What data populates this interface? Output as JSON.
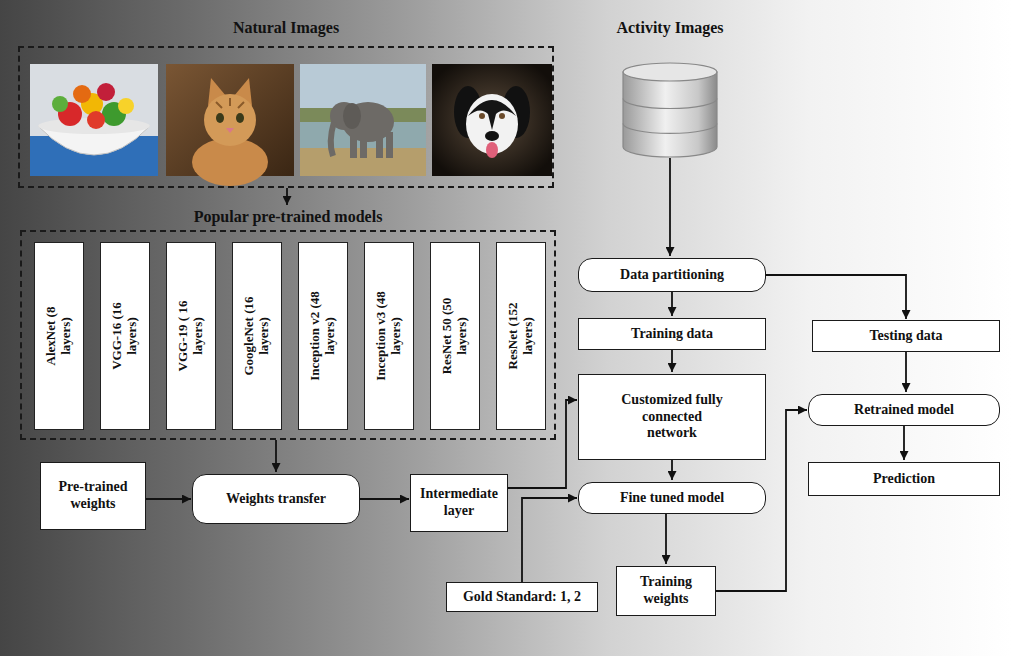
{
  "diagram": {
    "nodes": [
      {
        "text": [
          "Natural Images"
        ]
      },
      {
        "text": [
          "Activity Images"
        ]
      },
      {
        "text": [
          "Popular pre-trained models"
        ]
      },
      {
        "text": [
          "AlexNet (8 layers)"
        ],
        "in": 2
      },
      {
        "text": [
          "VGG-16 (16 layers)"
        ],
        "in": 2
      },
      {
        "text": [
          "VGG-19 ( 16 layers)"
        ],
        "in": 2
      },
      {
        "text": [
          "GoogleNet (16 layers)"
        ],
        "in": 2
      },
      {
        "text": [
          "Inception v2 (48 layers)"
        ],
        "in": 2
      },
      {
        "text": [
          "Inception v3 (48 layers)"
        ],
        "in": 2
      },
      {
        "text": [
          "ResNet 50 (50 layers)"
        ],
        "in": 2
      },
      {
        "text": [
          "ResNet (152 layers)"
        ],
        "in": 2
      },
      {
        "text": [
          "Pre-trained weights"
        ]
      },
      {
        "text": [
          "Weights transfer"
        ]
      },
      {
        "text": [
          "Intermediate layer"
        ]
      },
      {
        "text": [
          "Data partitioning"
        ]
      },
      {
        "text": [
          "Training data"
        ]
      },
      {
        "text": [
          "Testing data"
        ]
      },
      {
        "text": [
          "Customized fully connected network"
        ]
      },
      {
        "text": [
          "Retrained model"
        ]
      },
      {
        "text": [
          "Prediction"
        ]
      },
      {
        "text": [
          "Fine tuned model"
        ]
      },
      {
        "text": [
          "Gold Standard: 1, 2"
        ]
      },
      {
        "text": [
          "Training weights"
        ]
      }
    ],
    "edges": [
      {
        "from": 0,
        "to": 2,
        "arrow": "to"
      },
      {
        "from": 1,
        "to": 14,
        "arrow": "to"
      },
      {
        "from": 14,
        "to": 15,
        "arrow": "to"
      },
      {
        "from": 14,
        "to": 16,
        "arrow": "to"
      },
      {
        "from": 15,
        "to": 17,
        "arrow": "to"
      },
      {
        "from": 2,
        "to": 12,
        "arrow": "to"
      },
      {
        "from": 11,
        "to": 12,
        "arrow": "to"
      },
      {
        "from": 12,
        "to": 13,
        "arrow": "to"
      },
      {
        "from": 13,
        "to": 17,
        "arrow": "to"
      },
      {
        "from": 17,
        "to": 20,
        "arrow": "to"
      },
      {
        "from": 21,
        "to": 20,
        "arrow": "to"
      },
      {
        "from": 20,
        "to": 22,
        "arrow": "to"
      },
      {
        "from": 22,
        "to": 18,
        "arrow": "to"
      },
      {
        "from": 16,
        "to": 18,
        "arrow": "to"
      },
      {
        "from": 18,
        "to": 19,
        "arrow": "to"
      }
    ]
  }
}
